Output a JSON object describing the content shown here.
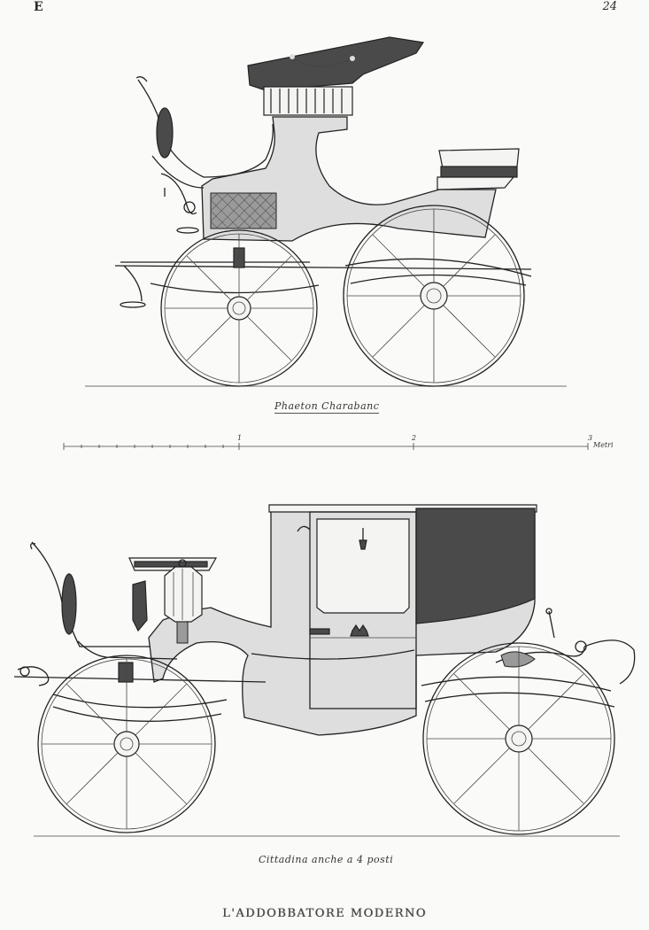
{
  "plate": {
    "letter": "E",
    "number": "24"
  },
  "figures": [
    {
      "caption": "Phaeton Charabanc"
    },
    {
      "caption": "Cittadina anche a 4 posti"
    }
  ],
  "scale": {
    "labels": [
      "1",
      "2",
      "3"
    ],
    "unit": "Metri"
  },
  "footer": "L'ADDOBBATORE MODERNO"
}
